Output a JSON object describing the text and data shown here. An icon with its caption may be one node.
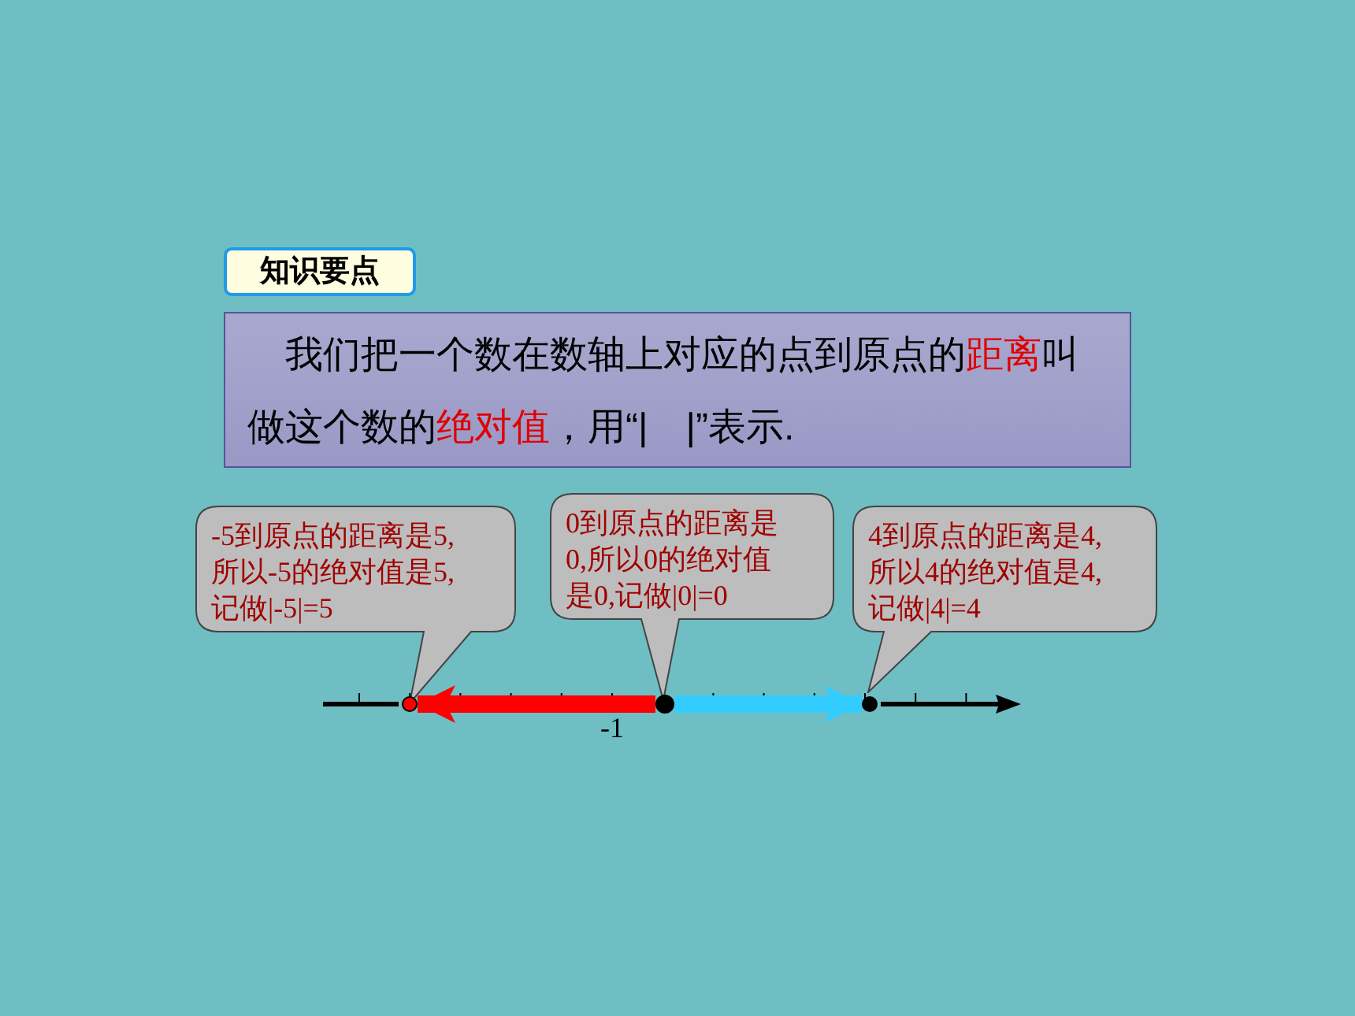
{
  "diagram": {
    "nodes": [
      {
        "text": [
          "知识要点"
        ]
      },
      {
        "text": [
          "我们把一个数在数轴上对应的点到原点的**距离**叫做这个数的**绝对值**，用“|　|”表示."
        ]
      },
      {
        "text": [
          "-5到原点的距离是5,所以-5的绝对值是5,记做|-5|=5"
        ]
      },
      {
        "text": [
          "0到原点的距离是0,所以0的绝对值是0,记做|0|=0"
        ]
      },
      {
        "text": [
          "4到原点的距离是4,所以4的绝对值是4,记做|4|=4"
        ]
      },
      {
        "text": [],
        "shape": "circle"
      },
      {
        "text": [],
        "shape": "circle"
      },
      {
        "text": [],
        "shape": "circle"
      }
    ],
    "edges": [
      {
        "from": 6,
        "to": 5,
        "arrow": "to",
        "color": "#ff0000"
      },
      {
        "from": 6,
        "to": 7,
        "arrow": "to",
        "color": "#33ccff"
      }
    ],
    "labels": [
      "-1"
    ]
  }
}
